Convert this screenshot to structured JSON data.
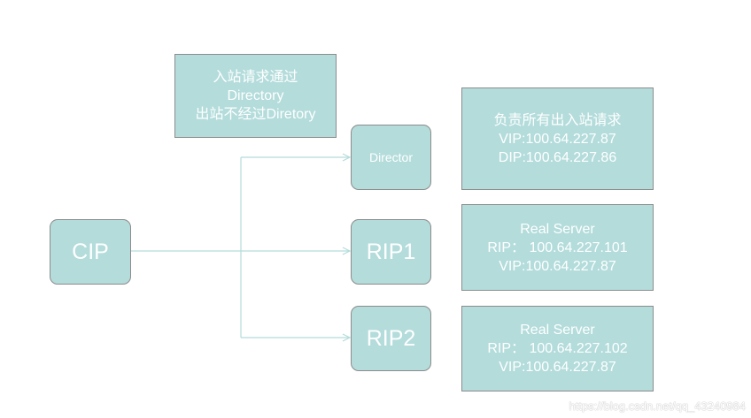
{
  "colors": {
    "fill": "#b3dcdb",
    "border": "#8c8c8c",
    "text": "#ffffff",
    "arrow": "#b3dcdb"
  },
  "note_box": {
    "lines": [
      "入站请求通过",
      "Directory",
      "出站不经过Diretory"
    ]
  },
  "nodes": {
    "cip": "CIP",
    "director": "Director",
    "rip1": "RIP1",
    "rip2": "RIP2"
  },
  "info_director": {
    "lines": [
      "负责所有出入站请求",
      "VIP:100.64.227.87",
      "DIP:100.64.227.86"
    ]
  },
  "info_rip1": {
    "lines": [
      "Real Server",
      "RIP：  100.64.227.101",
      "VIP:100.64.227.87"
    ]
  },
  "info_rip2": {
    "lines": [
      "Real Server",
      "RIP：  100.64.227.102",
      "VIP:100.64.227.87"
    ]
  },
  "watermark": "https://blog.csdn.net/qq_43240984"
}
